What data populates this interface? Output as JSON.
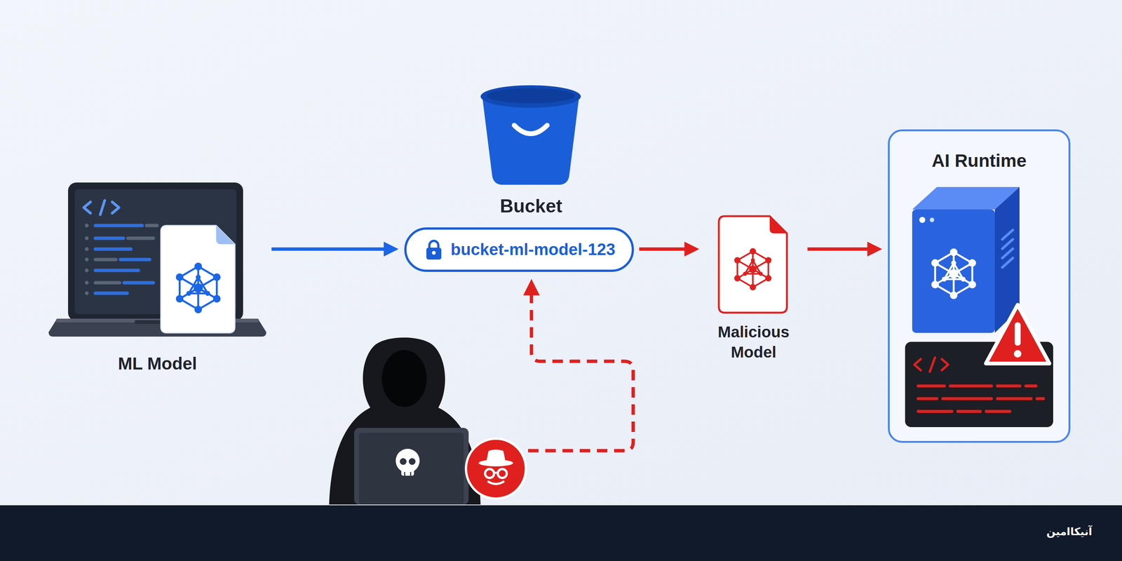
{
  "diagram": {
    "nodes": [
      {
        "text": [
          "ML Model"
        ]
      },
      {
        "text": [
          "bucket-ml-model-123"
        ]
      },
      {
        "text": [
          "Malicious Model"
        ]
      },
      {
        "text": [
          "AI Runtime"
        ]
      }
    ],
    "edges": [
      {
        "from": 0,
        "to": 1,
        "arrow": "to"
      },
      {
        "from": 1,
        "to": 2,
        "arrow": "to"
      },
      {
        "from": 2,
        "to": 3,
        "arrow": "to"
      }
    ],
    "labels": [
      "Bucket",
      "آنیکاامین"
    ]
  }
}
